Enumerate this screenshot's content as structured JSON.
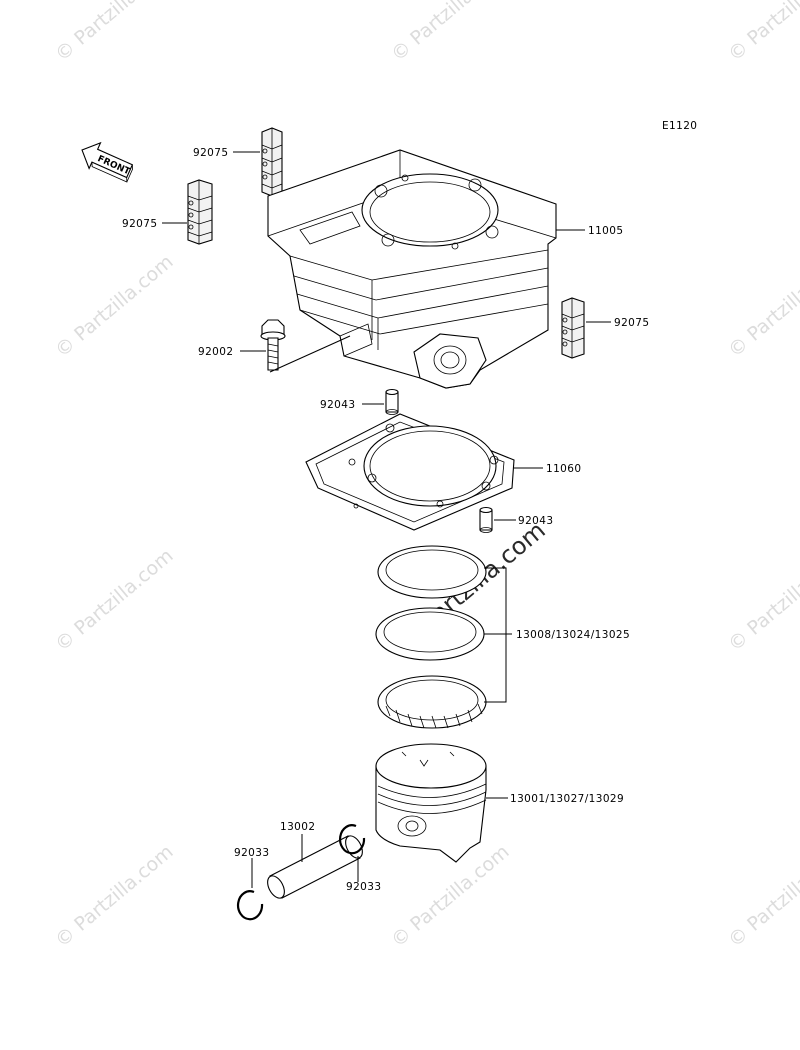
{
  "diagram": {
    "code": "E1120",
    "front_label": "FRONT",
    "watermark_text": "© Partzilla.com",
    "labels": {
      "clamp_top": "92075",
      "clamp_left": "92075",
      "clamp_right": "92075",
      "cylinder": "11005",
      "bolt": "92002",
      "dowel_top": "92043",
      "gasket": "11060",
      "dowel_bottom": "92043",
      "rings": "13008/13024/13025",
      "piston": "13001/13027/13029",
      "pin": "13002",
      "clip_left": "92033",
      "clip_right": "92033"
    }
  }
}
